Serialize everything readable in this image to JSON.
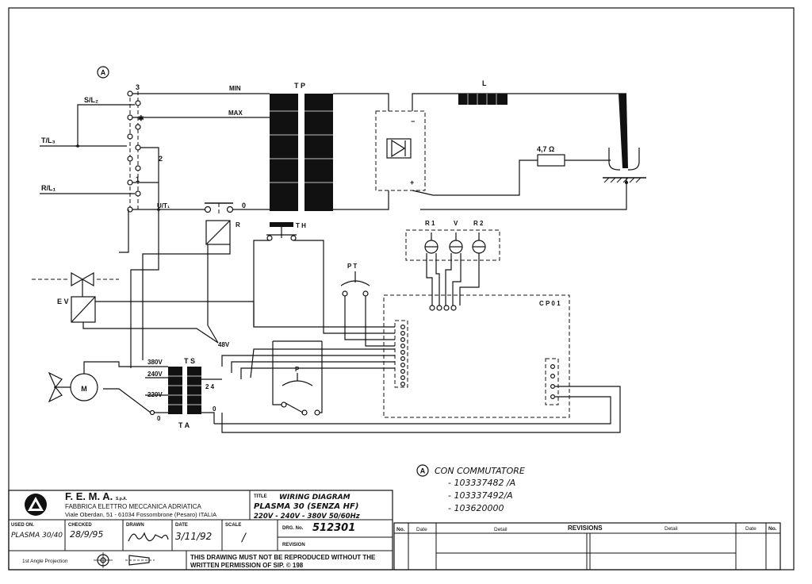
{
  "diagram": {
    "marker_a": "A",
    "labels": {
      "sl2": "S/L₂",
      "tl3": "T/L₃",
      "rl1": "R/L₁",
      "ut1": "U/T₁",
      "tap3": "3",
      "tapstar": "✱",
      "tap2": "2",
      "tap1": "1",
      "min": "MIN",
      "max": "MAX",
      "tp": "T P",
      "zero_top": "0",
      "l": "L",
      "minus": "−",
      "plus": "+",
      "resistor": "4,7 Ω",
      "r": "R",
      "th": "T H",
      "r1": "R 1",
      "v": "V",
      "r2": "R 2",
      "pt": "P T",
      "cp01": "C P 0 1",
      "ev": "E V",
      "v48": "48V",
      "v380": "380V",
      "v240": "240V",
      "v220": "220V",
      "ts": "T S",
      "ta": "T A",
      "t24": "2 4",
      "t0": "0",
      "t0b": "0",
      "p": "P",
      "motor": "M"
    }
  },
  "notes": {
    "title": "CON COMMUTATORE",
    "codes": [
      "- 103337482 /A",
      "- 103337492/A",
      "- 103620000"
    ]
  },
  "title_block": {
    "company": "F. E. M. A.",
    "company_suffix": "S.p.A.",
    "company_full": "FABBRICA ELETTRO MECCANICA ADRIATICA",
    "address": "Viale Oberdan, 51 - 61034 Fossombrone (Pesaro) ITALIA",
    "title_label": "TITLE",
    "title_lines": [
      "WIRING DIAGRAM",
      "PLASMA 30 (SENZA HF)",
      "220V - 240V - 380V  50/60Hz"
    ],
    "used_on_label": "USED ON.",
    "used_on_value": "PLASMA 30/40",
    "checked_label": "CHECKED",
    "checked_value": "28/9/95",
    "drawn_label": "DRAWN",
    "date_label": "DATE",
    "date_value": "3/11/92",
    "scale_label": "SCALE",
    "scale_value": "/",
    "drg_label": "DRG. No.",
    "drg_value": "512301",
    "revision_label": "REVISION",
    "projection": "1st Angle Projection",
    "warning_line1": "THIS DRAWING MUST NOT BE REPRODUCED WITHOUT THE",
    "warning_line2": "WRITTEN PERMISSION OF SIP.  ©  198"
  },
  "revisions": {
    "header": "REVISIONS",
    "col_no": "No.",
    "col_date": "Date",
    "col_detail": "Detail"
  }
}
